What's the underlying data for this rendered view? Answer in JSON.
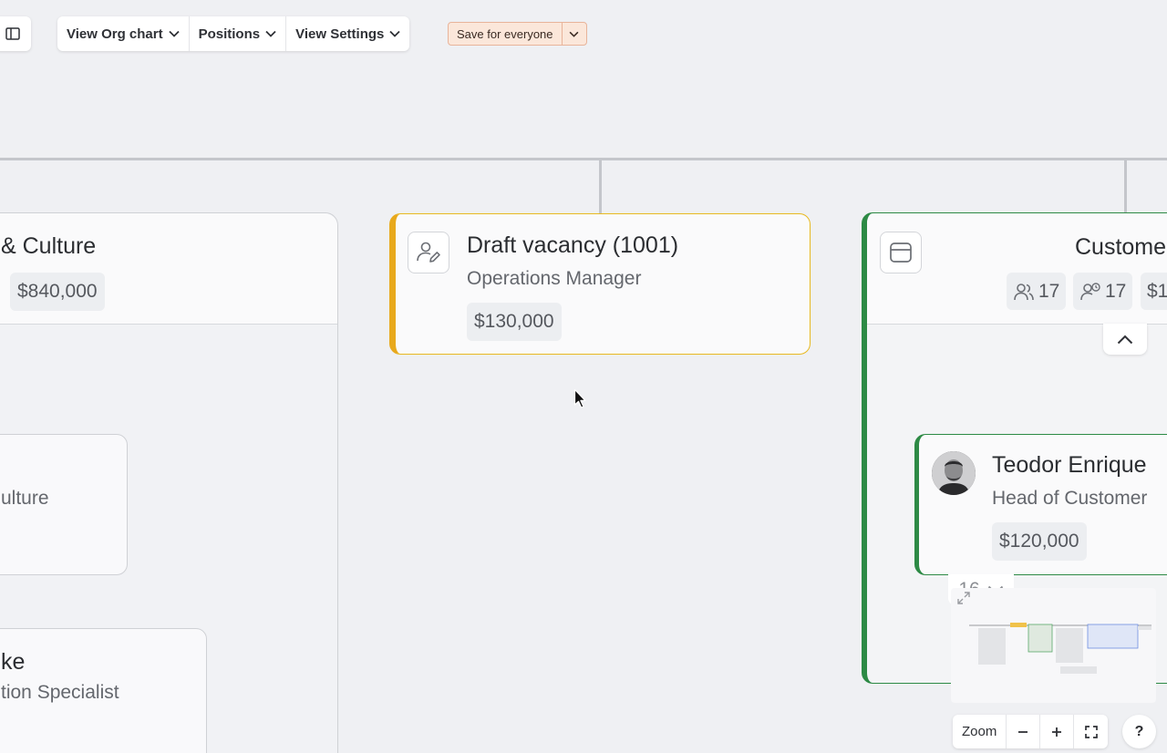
{
  "toolbar": {
    "view_org_chart": "View Org chart",
    "positions": "Positions",
    "view_settings": "View Settings",
    "save_for_everyone": "Save for everyone"
  },
  "people_culture": {
    "title": "& Culture",
    "budget": "$840,000"
  },
  "culture_child": {
    "subtitle": "ulture"
  },
  "specialist_child": {
    "name": "ke",
    "subtitle": "tion Specialist"
  },
  "draft_vacancy": {
    "title": "Draft vacancy (1001)",
    "role": "Operations Manager",
    "salary": "$130,000"
  },
  "customer_dept": {
    "title": "Custome",
    "headcount": "17",
    "open_positions": "17",
    "budget_partial": "$1"
  },
  "teodor": {
    "name": "Teodor Enrique",
    "role": "Head of Customer",
    "salary": "$120,000",
    "reports_count": "16"
  },
  "zoom": {
    "label": "Zoom",
    "minus": "−",
    "plus": "+"
  },
  "help": {
    "label": "?"
  }
}
